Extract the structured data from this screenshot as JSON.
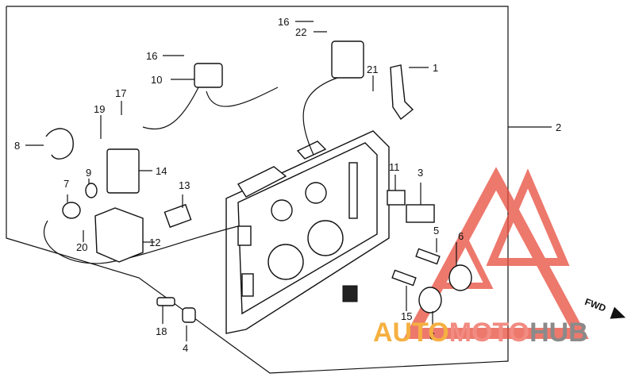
{
  "callouts": {
    "c1": "1",
    "c2": "2",
    "c3": "3",
    "c4": "4",
    "c5": "5",
    "c6a": "6",
    "c6b": "6",
    "c7": "7",
    "c8": "8",
    "c9": "9",
    "c10": "10",
    "c11": "11",
    "c12": "12",
    "c13": "13",
    "c14": "14",
    "c15": "15",
    "c16a": "16",
    "c16b": "16",
    "c17": "17",
    "c18": "18",
    "c19": "19",
    "c20": "20",
    "c21": "21",
    "c22": "22"
  },
  "direction_label": "FWD",
  "watermark": {
    "part1": "AUTO",
    "part2": "MOTO",
    "part3": "HUB",
    "color1": "#f5b041",
    "color2": "#f28b82",
    "color3": "#8a8a8a",
    "triangle_color": "#e74c3c"
  }
}
